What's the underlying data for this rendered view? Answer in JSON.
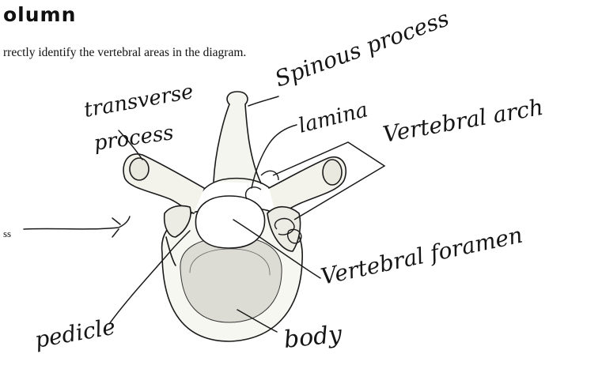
{
  "header": {
    "title": "olumn",
    "instruction": "rrectly identify the vertebral areas in the diagram.",
    "left_fragment": "ss"
  },
  "diagram": {
    "labels": {
      "spinous_process": "Spinous process",
      "lamina": "lamina",
      "transverse_process_line1": "transverse",
      "transverse_process_line2": "process",
      "vertebral_arch": "Vertebral arch",
      "vertebral_foramen": "Vertebral foramen",
      "pedicle": "pedicle",
      "body": "body"
    }
  }
}
